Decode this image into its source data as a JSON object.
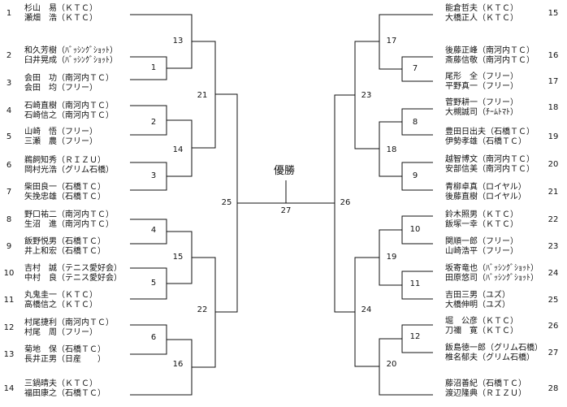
{
  "champion_label": "優勝",
  "final_match": "27",
  "left": {
    "teams": [
      {
        "seed": "1",
        "players": [
          "杉山　易（ＫＴＣ）",
          "瀬畑　浩（ＫＴＣ）"
        ]
      },
      {
        "seed": "2",
        "players": [
          "和久芳樹（ﾊﾞｯｼﾝｸﾞｼｮｯﾄ）",
          "臼井晃成（ﾊﾞｯｼﾝｸﾞｼｮｯﾄ）"
        ]
      },
      {
        "seed": "3",
        "players": [
          "会田　功（南河内ＴＣ）",
          "会田　均（フリー）"
        ]
      },
      {
        "seed": "4",
        "players": [
          "石崎直樹（南河内ＴＣ）",
          "石崎信之（南河内ＴＣ）"
        ]
      },
      {
        "seed": "5",
        "players": [
          "山崎　悟（フリー）",
          "三瀬　農（フリー）"
        ]
      },
      {
        "seed": "6",
        "players": [
          "鵜飼知秀（ＲＩＺＵ）",
          "岡村光浩（グリム石橋）"
        ]
      },
      {
        "seed": "7",
        "players": [
          "柴田良一（石橋ＴＣ）",
          "矢挽忠雄（石橋ＴＣ）"
        ]
      },
      {
        "seed": "8",
        "players": [
          "野口祐二（南河内ＴＣ）",
          "生沼　進（南河内ＴＣ）"
        ]
      },
      {
        "seed": "9",
        "players": [
          "飯野悦男（石橋ＴＣ）",
          "井上和宏（石橋ＴＣ）"
        ]
      },
      {
        "seed": "10",
        "players": [
          "吉村　誠（テニス愛好会）",
          "中村　良（テニス愛好会）"
        ]
      },
      {
        "seed": "11",
        "players": [
          "丸鬼圭一（ＫＴＣ）",
          "高橋信之（ＫＴＣ）"
        ]
      },
      {
        "seed": "12",
        "players": [
          "村尾捷利（南河内ＴＣ）",
          "村尾　周（フリー）"
        ]
      },
      {
        "seed": "13",
        "players": [
          "菊地　保（石橋ＴＣ）",
          "長井正男（日産　　）"
        ]
      },
      {
        "seed": "14",
        "players": [
          "三鍋晴夫（ＫＴＣ）",
          "福田康之（石橋ＴＣ）"
        ]
      }
    ],
    "matches": {
      "m1": "1",
      "m2": "2",
      "m3": "3",
      "m4": "4",
      "m5": "5",
      "m6": "6",
      "m13": "13",
      "m14": "14",
      "m15": "15",
      "m16": "16",
      "m21": "21",
      "m22": "22",
      "m25": "25"
    }
  },
  "right": {
    "teams": [
      {
        "seed": "15",
        "players": [
          "能倉哲夫（ＫＴＣ）",
          "大橋正人（ＫＴＣ）"
        ]
      },
      {
        "seed": "16",
        "players": [
          "後藤正峰（南河内ＴＣ）",
          "斎藤信敬（南河内ＴＣ）"
        ]
      },
      {
        "seed": "17",
        "players": [
          "尾形　全（フリー）",
          "平野真一（フリー）"
        ]
      },
      {
        "seed": "18",
        "players": [
          "菅野耕一（フリー）",
          "大槻誠司（ﾁｰﾑﾄﾏﾄ）"
        ]
      },
      {
        "seed": "19",
        "players": [
          "豊田日出夫（石橋ＴＣ）",
          "伊勢孝雄（石橋ＴＣ）"
        ]
      },
      {
        "seed": "20",
        "players": [
          "越智博文（南河内ＴＣ）",
          "安部信美（南河内ＴＣ）"
        ]
      },
      {
        "seed": "21",
        "players": [
          "青柳卓真（ロイヤル）",
          "後藤直樹（ロイヤル）"
        ]
      },
      {
        "seed": "22",
        "players": [
          "鈴木照男（ＫＴＣ）",
          "飯塚一幸（ＫＴＣ）"
        ]
      },
      {
        "seed": "23",
        "players": [
          "関順一郎（フリー）",
          "山崎浩平（フリー）"
        ]
      },
      {
        "seed": "24",
        "players": [
          "坂寄竜也（ﾊﾞｯｼﾝｸﾞｼｮｯﾄ）",
          "田原悠司（ﾊﾞｯｼﾝｸﾞｼｮｯﾄ）"
        ]
      },
      {
        "seed": "25",
        "players": [
          "吉田三男（ユズ）",
          "大橋伸明（ユズ）"
        ]
      },
      {
        "seed": "26",
        "players": [
          "堀　公彦（ＫＴＣ）",
          "刀禰　寛（ＫＴＣ）"
        ]
      },
      {
        "seed": "27",
        "players": [
          "飯島徳一郎（グリム石橋）",
          "椎名郁夫（グリム石橋）"
        ]
      },
      {
        "seed": "28",
        "players": [
          "藤沼善紀（石橋ＴＣ）",
          "渡辺隆典（ＲＩＺＵ）"
        ]
      }
    ],
    "matches": {
      "m7": "7",
      "m8": "8",
      "m9": "9",
      "m10": "10",
      "m11": "11",
      "m12": "12",
      "m17": "17",
      "m18": "18",
      "m19": "19",
      "m20": "20",
      "m23": "23",
      "m24": "24",
      "m26": "26"
    }
  }
}
